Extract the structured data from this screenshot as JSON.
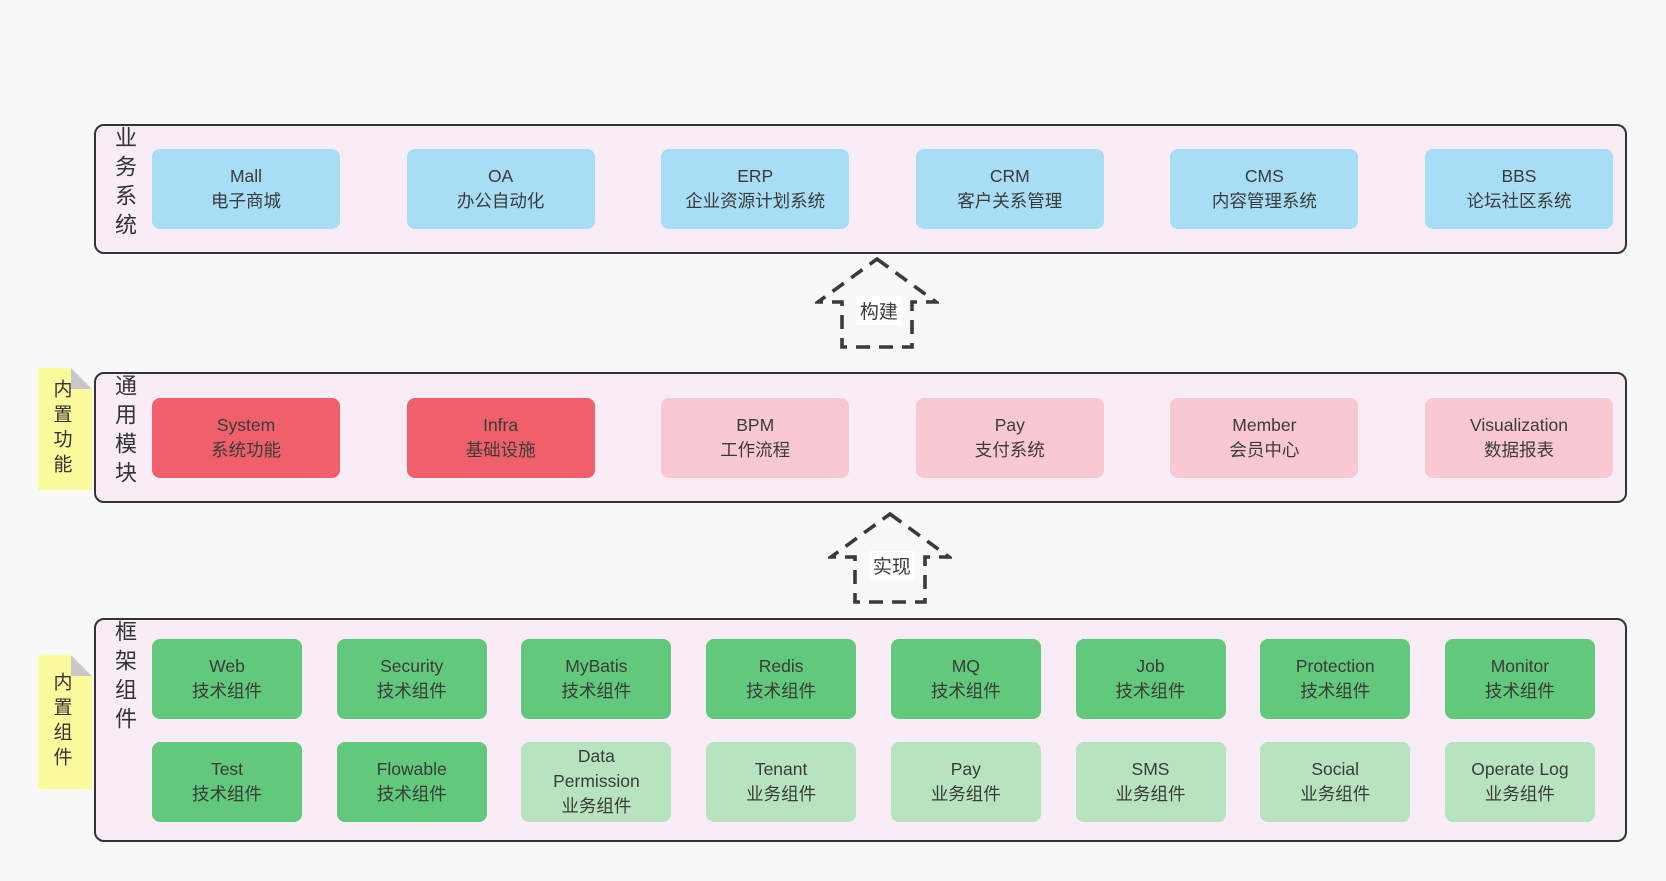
{
  "colors": {
    "page_bg": "#f8f8f8",
    "panel_bg": "#f8edf6",
    "panel_border": "#333333",
    "box_blue": "#a8ddf6",
    "box_red": "#f0606a",
    "box_pink": "#f9c8d2",
    "box_green": "#61c87c",
    "box_green_light": "#b7e4bf",
    "sticky_yellow": "#fbfa9d",
    "sticky_fold": "#c9c9c9",
    "text": "#3b3b3b"
  },
  "arrows": {
    "build_label": "构建",
    "implement_label": "实现"
  },
  "business": {
    "label": "业务系统",
    "items": [
      {
        "en": "Mall",
        "zh": "电子商城"
      },
      {
        "en": "OA",
        "zh": "办公自动化"
      },
      {
        "en": "ERP",
        "zh": "企业资源计划系统"
      },
      {
        "en": "CRM",
        "zh": "客户关系管理"
      },
      {
        "en": "CMS",
        "zh": "内容管理系统"
      },
      {
        "en": "BBS",
        "zh": "论坛社区系统"
      }
    ]
  },
  "modules": {
    "label": "通用模块",
    "sticky": "内置功能",
    "items": [
      {
        "en": "System",
        "zh": "系统功能",
        "variant": "red"
      },
      {
        "en": "Infra",
        "zh": "基础设施",
        "variant": "red"
      },
      {
        "en": "BPM",
        "zh": "工作流程",
        "variant": "pink"
      },
      {
        "en": "Pay",
        "zh": "支付系统",
        "variant": "pink"
      },
      {
        "en": "Member",
        "zh": "会员中心",
        "variant": "pink"
      },
      {
        "en": "Visualization",
        "zh": "数据报表",
        "variant": "pink"
      }
    ]
  },
  "components": {
    "label": "框架组件",
    "sticky": "内置组件",
    "row1": [
      {
        "en": "Web",
        "zh": "技术组件",
        "variant": "green"
      },
      {
        "en": "Security",
        "zh": "技术组件",
        "variant": "green"
      },
      {
        "en": "MyBatis",
        "zh": "技术组件",
        "variant": "green"
      },
      {
        "en": "Redis",
        "zh": "技术组件",
        "variant": "green"
      },
      {
        "en": "MQ",
        "zh": "技术组件",
        "variant": "green"
      },
      {
        "en": "Job",
        "zh": "技术组件",
        "variant": "green"
      },
      {
        "en": "Protection",
        "zh": "技术组件",
        "variant": "green"
      },
      {
        "en": "Monitor",
        "zh": "技术组件",
        "variant": "green"
      }
    ],
    "row2": [
      {
        "en": "Test",
        "zh": "技术组件",
        "variant": "green"
      },
      {
        "en": "Flowable",
        "zh": "技术组件",
        "variant": "green"
      },
      {
        "en": "Data Permission",
        "zh": "业务组件",
        "variant": "green-light"
      },
      {
        "en": "Tenant",
        "zh": "业务组件",
        "variant": "green-light"
      },
      {
        "en": "Pay",
        "zh": "业务组件",
        "variant": "green-light"
      },
      {
        "en": "SMS",
        "zh": "业务组件",
        "variant": "green-light"
      },
      {
        "en": "Social",
        "zh": "业务组件",
        "variant": "green-light"
      },
      {
        "en": "Operate Log",
        "zh": "业务组件",
        "variant": "green-light"
      }
    ]
  }
}
